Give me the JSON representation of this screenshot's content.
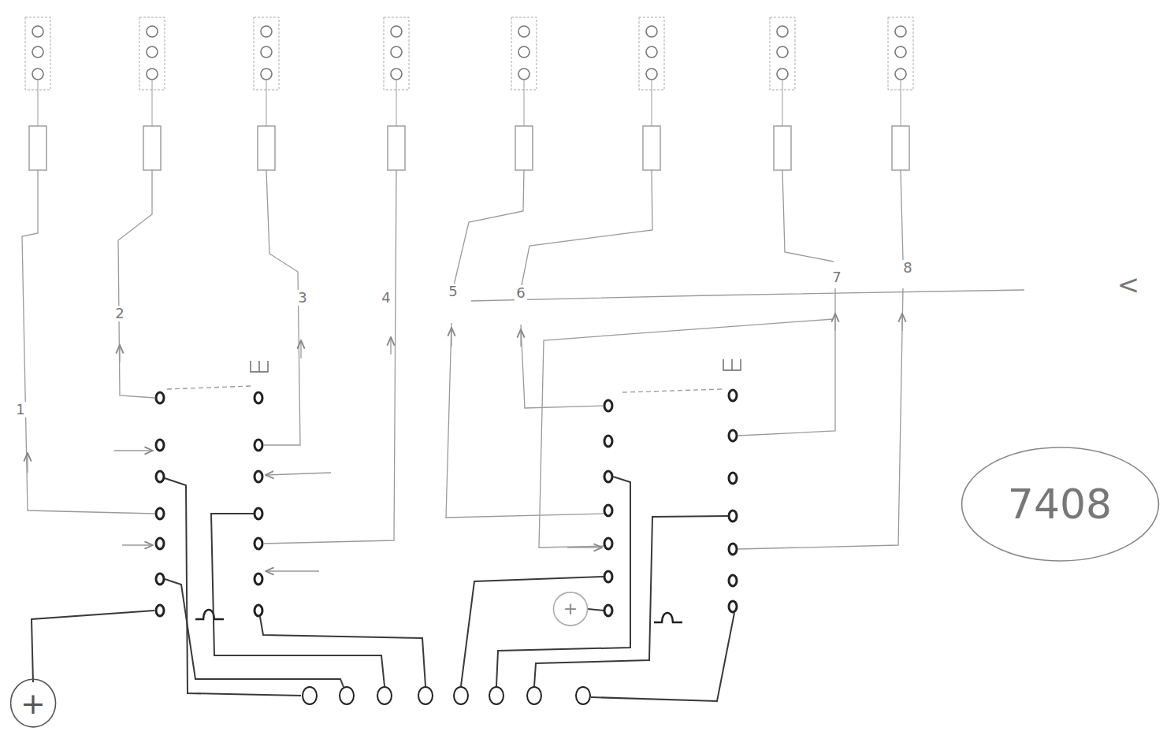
{
  "diagram": {
    "nodes": [
      {
        "text": [
          "7408"
        ]
      },
      {
        "text": [
          "+"
        ]
      },
      {
        "text": [
          "+"
        ]
      }
    ],
    "labels": [
      "1",
      "2",
      "3",
      "4",
      "5",
      "6",
      "7",
      "8",
      "<"
    ]
  }
}
